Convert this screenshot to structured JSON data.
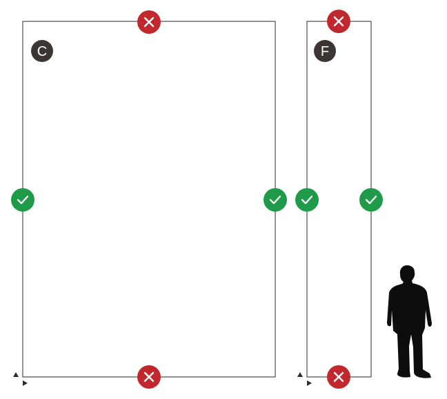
{
  "panels": [
    {
      "id": "C",
      "badge_letter": "C",
      "edges": {
        "top": "not-allowed",
        "bottom": "not-allowed",
        "left": "allowed",
        "right": "allowed"
      }
    },
    {
      "id": "F",
      "badge_letter": "F",
      "edges": {
        "top": "not-allowed",
        "bottom": "not-allowed",
        "left": "allowed",
        "right": "allowed"
      }
    }
  ],
  "icons": {
    "not_allowed": "close-icon",
    "allowed": "check-icon",
    "corner_marker": "triangle-marker-icon",
    "scale_reference": "person-silhouette-icon"
  },
  "colors": {
    "not_allowed": "#c0282d",
    "allowed": "#1f9a48",
    "badge": "#3b3633",
    "outline": "#4a4a4a"
  }
}
